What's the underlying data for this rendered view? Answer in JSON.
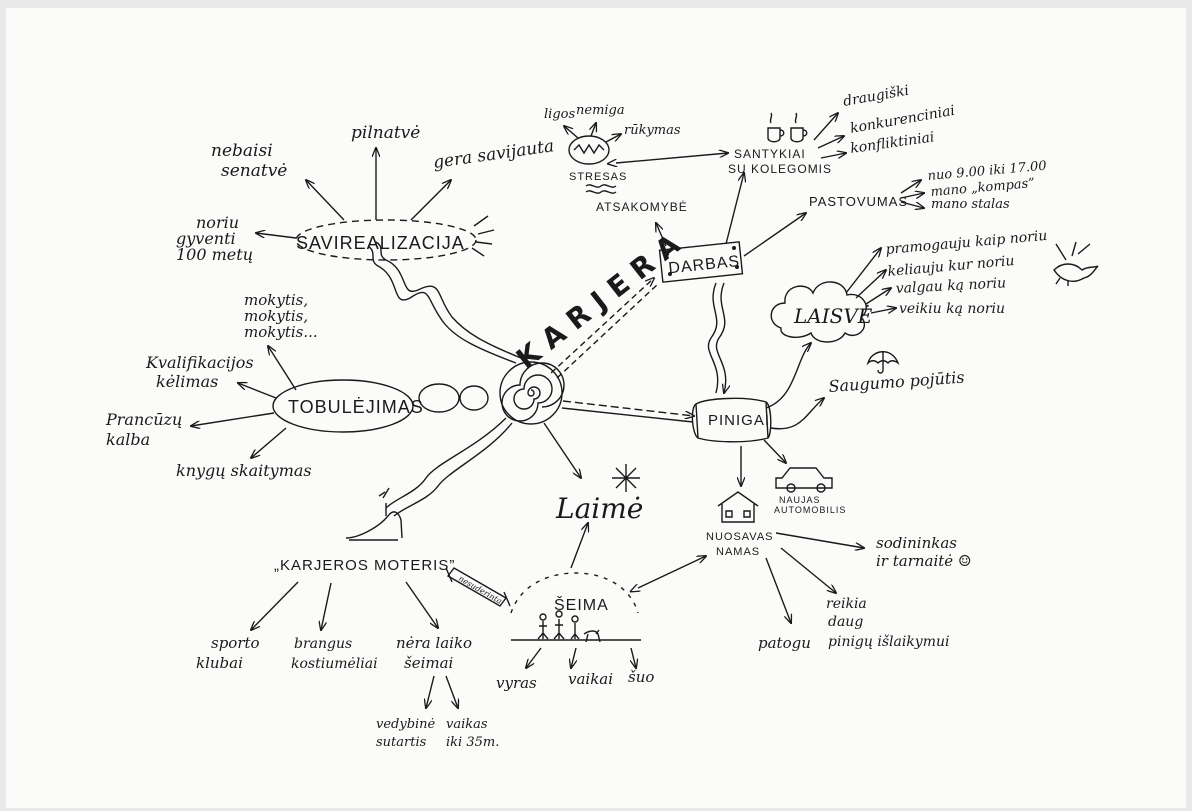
{
  "center": {
    "label": "KARJERA"
  },
  "darbas": {
    "label": "DARBAS",
    "stresas": {
      "label": "STRESAS",
      "ligos": "ligos",
      "nemiga": "nemiga",
      "rukymas": "rūkymas",
      "atsakomybe": "ATSAKOMYBĖ"
    },
    "santykiai": {
      "label": "SANTYKIAI",
      "label2": "SU KOLEGOMIS",
      "items": [
        "draugiški",
        "konkurenciniai",
        "konfliktiniai"
      ]
    },
    "pastovumas": {
      "label": "PASTOVUMAS",
      "items": [
        "nuo 9.00 iki 17.00",
        "mano „kompas”",
        "mano stalas"
      ]
    }
  },
  "laisve": {
    "label": "LAISVĖ",
    "items": [
      "pramogauju kaip noriu",
      "keliauju kur noriu",
      "valgau ką noriu",
      "veikiu ką noriu"
    ]
  },
  "pinigai": {
    "label": "PINIGAI",
    "saugumo": "Saugumo pojūtis",
    "automobilis": [
      "NAUJAS",
      "AUTOMOBILIS"
    ]
  },
  "namas": {
    "label": "NUOSAVAS",
    "label2": "NAMAS",
    "sodininkas": [
      "sodininkas",
      "ir tarnaitė ☺"
    ],
    "patogu": "patogu",
    "reikia": [
      "reikia",
      "daug",
      "pinigų išlaikymui"
    ]
  },
  "seima": {
    "label": "ŠEIMA",
    "vyras": "vyras",
    "vaikai": "vaikai",
    "suo": "šuo",
    "nesuderinta": "nesuderinta"
  },
  "laime": {
    "label": "Laimė"
  },
  "moteris": {
    "label": "„KARJEROS MOTERIS”",
    "items": [
      "sporto klubai",
      "brangus kostiumėliai",
      "nėra laiko šeimai"
    ],
    "sub": [
      "vedybinė sutartis",
      "vaikas iki 35m."
    ]
  },
  "tobulejimas": {
    "label": "TOBULĖJIMAS",
    "mokytis": [
      "mokytis,",
      "mokytis,",
      "mokytis..."
    ],
    "kvalifikacijos": [
      "Kvalifikacijos",
      "kėlimas"
    ],
    "prancuzu": [
      "Prancūzų",
      "kalba"
    ],
    "knygu": "knygų skaitymas"
  },
  "savirealizacija": {
    "label": "SAVIREALIZACIJA",
    "nebaisi": [
      "nebaisi",
      "senatvė"
    ],
    "pilnatve": "pilnatvė",
    "gera": "gera savijauta",
    "noriu": [
      "noriu",
      "gyventi",
      "100 metų"
    ]
  }
}
